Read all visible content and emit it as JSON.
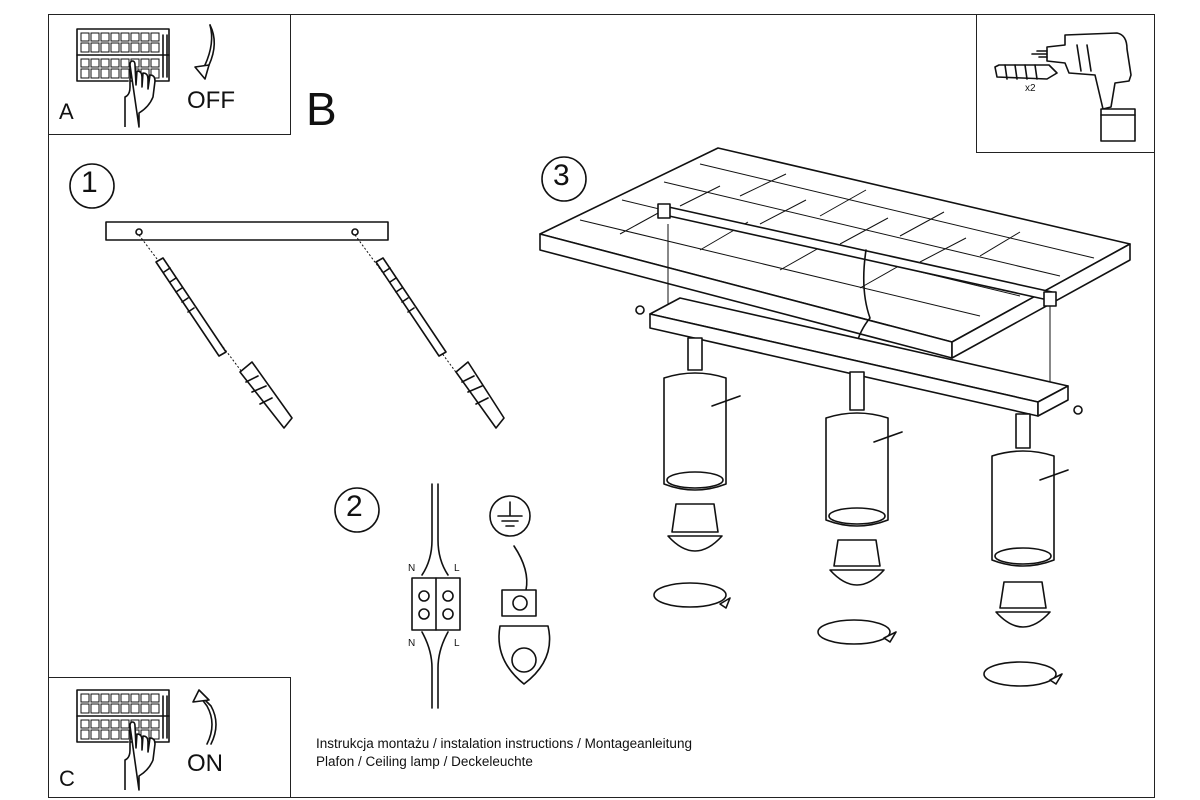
{
  "panels": {
    "a": {
      "letter": "A",
      "action": "OFF"
    },
    "b": {
      "letter": "B"
    },
    "c": {
      "letter": "C",
      "action": "ON"
    }
  },
  "steps": [
    "1",
    "2",
    "3"
  ],
  "wiring": {
    "neutral": "N",
    "live": "L",
    "neutral_bottom": "N",
    "live_bottom": "L"
  },
  "tools": {
    "quantity": "x2"
  },
  "caption": {
    "line1": "Instrukcja montażu / instalation instructions / Montageanleitung",
    "line2": "Plafon / Ceiling lamp / Deckeleuchte"
  },
  "icons": [
    "breaker-panel-icon",
    "hand-icon",
    "curved-arrow-down-icon",
    "curved-arrow-up-icon",
    "drill-icon",
    "wall-plug-icon",
    "screw-icon",
    "ground-symbol-icon",
    "terminal-block-icon"
  ]
}
